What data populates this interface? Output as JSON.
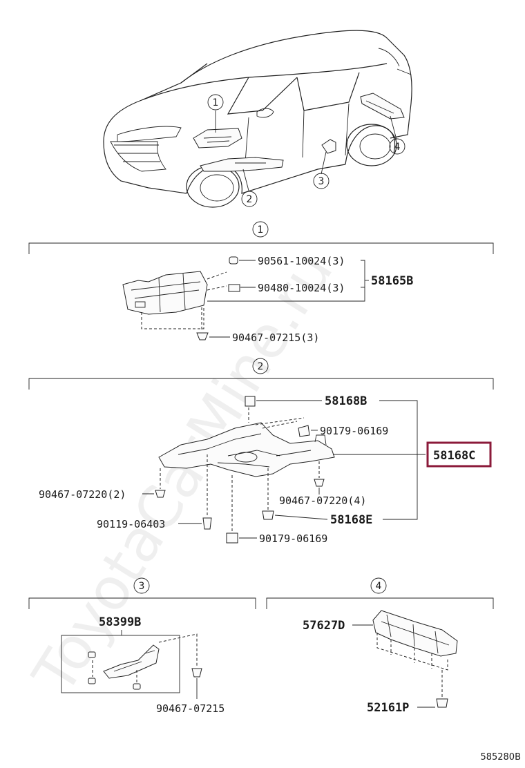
{
  "watermark": "ToyotaCarMine.ru",
  "diagram_id": "585280B",
  "callouts": [
    "1",
    "2",
    "3",
    "4"
  ],
  "section1": {
    "parts": [
      "90561-10024(3)",
      "90480-10024(3)",
      "58165B",
      "90467-07215(3)"
    ]
  },
  "section2": {
    "parts": [
      "58168B",
      "90179-06169",
      "58168C",
      "90467-07220(2)",
      "90467-07220(4)",
      "90119-06403",
      "58168E",
      "90179-06169"
    ],
    "highlight_color": "#8b1a3a"
  },
  "section3": {
    "parts": [
      "58399B",
      "90467-07215"
    ]
  },
  "section4": {
    "parts": [
      "57627D",
      "52161P"
    ]
  }
}
